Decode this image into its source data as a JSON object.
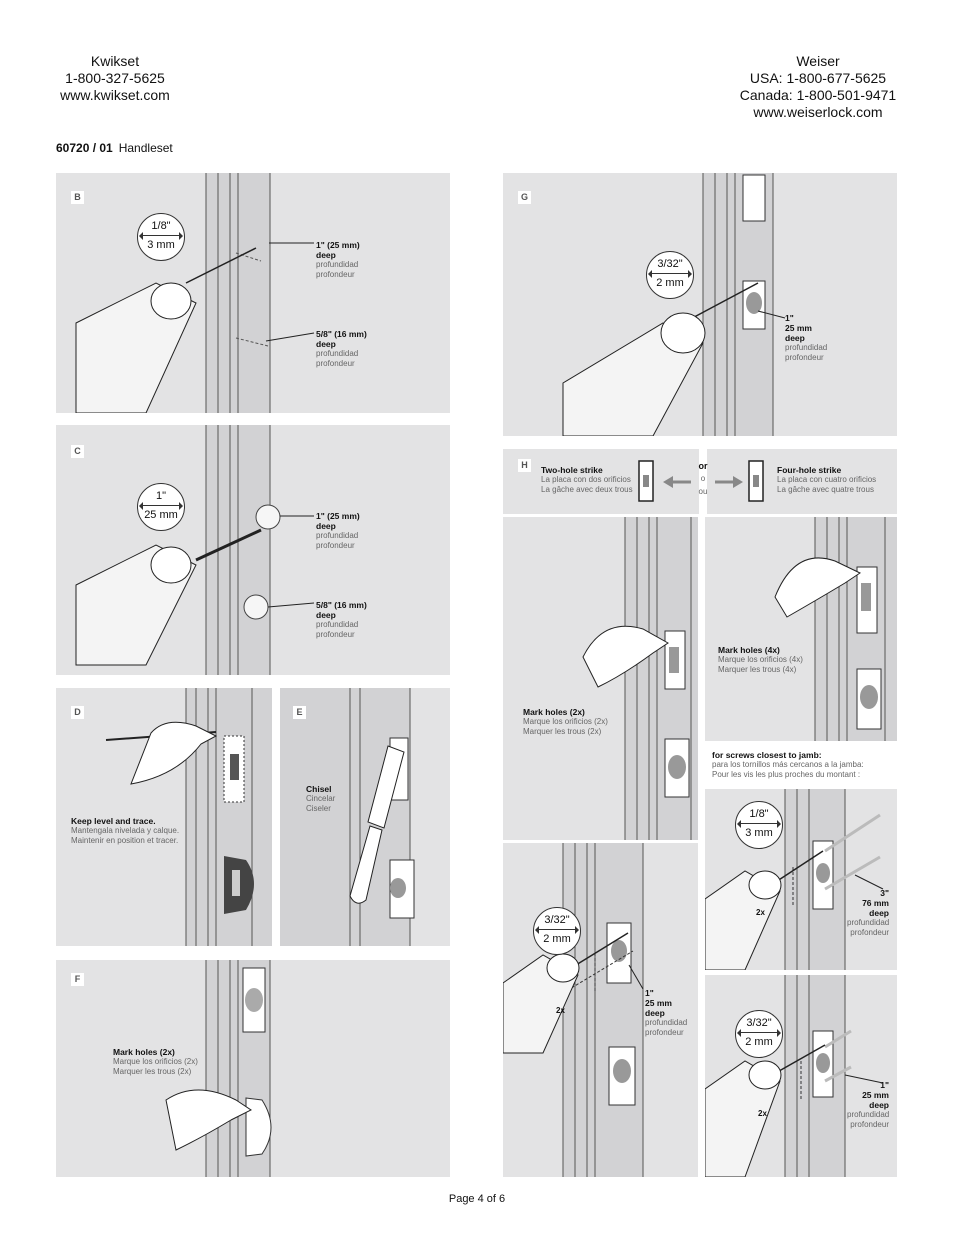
{
  "header": {
    "left": [
      "Kwikset",
      "1-800-327-5625",
      "www.kwikset.com"
    ],
    "right": [
      "Weiser",
      "USA: 1-800-677-5625",
      "Canada: 1-800-501-9471",
      "www.weiserlock.com"
    ],
    "doc_number": "60720 / 01",
    "doc_title": "Handleset"
  },
  "common": {
    "deep": "deep",
    "profundidad": "profundidad",
    "profondeur": "profondeur"
  },
  "panel_b": {
    "tag": "B",
    "meas_top": "1/8\"",
    "meas_bottom": "3 mm",
    "callout1": "1\" (25 mm)",
    "callout2": "5/8\" (16 mm)"
  },
  "panel_c": {
    "tag": "C",
    "meas_top": "1\"",
    "meas_bottom": "25 mm",
    "callout1": "1\" (25 mm)",
    "callout2": "5/8\" (16 mm)"
  },
  "panel_d": {
    "tag": "D",
    "title": "Keep level and trace.",
    "es": "Mantengala nivelada y calque.",
    "fr": "Maintenir en position et tracer."
  },
  "panel_e": {
    "tag": "E",
    "title": "Chisel",
    "es": "Cincelar",
    "fr": "Ciseler"
  },
  "panel_f": {
    "tag": "F",
    "title": "Mark holes (2x)",
    "es": "Marque los orificios (2x)",
    "fr": "Marquer les trous (2x)"
  },
  "panel_g": {
    "tag": "G",
    "meas_top": "3/32\"",
    "meas_bottom": "2 mm",
    "callout_a": "1\"",
    "callout_b": "25 mm"
  },
  "panel_h": {
    "tag": "H",
    "two_title": "Two-hole strike",
    "two_es": "La placa con dos orificios",
    "two_fr": "La gâche avec deux trous",
    "or": "or",
    "o": "o",
    "ou": "ou",
    "four_title": "Four-hole strike",
    "four_es": "La placa con cuatro orificios",
    "four_fr": "La gâche avec quatre trous"
  },
  "panel_h1": {
    "title": "Mark holes (2x)",
    "es": "Marque los orificios (2x)",
    "fr": "Marquer les trous (2x)"
  },
  "panel_h2": {
    "title": "Mark holes (4x)",
    "es": "Marque los orificios (4x)",
    "fr": "Marquer les trous (4x)"
  },
  "jamb_note": {
    "title": "for screws closest to jamb:",
    "es": "para los tornillos más cercanos a la jamba:",
    "fr": "Pour les vis les plus proches du montant :"
  },
  "panel_h3": {
    "meas_top": "3/32\"",
    "meas_bottom": "2 mm",
    "count": "2x",
    "callout_a": "1\"",
    "callout_b": "25 mm"
  },
  "panel_h4": {
    "meas_top": "1/8\"",
    "meas_bottom": "3 mm",
    "count": "2x",
    "callout_a": "3\"",
    "callout_b": "76 mm"
  },
  "panel_h5": {
    "meas_top": "3/32\"",
    "meas_bottom": "2 mm",
    "count": "2x",
    "callout_a": "1\"",
    "callout_b": "25 mm"
  },
  "footer": {
    "page": "Page 4 of 6"
  }
}
